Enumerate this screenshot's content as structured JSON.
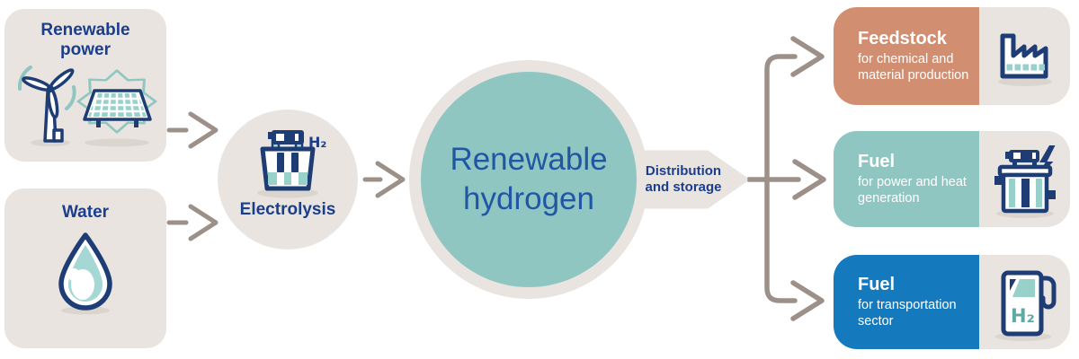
{
  "colors": {
    "panel_beige": "#E9E4DF",
    "navy_text": "#1B3E8C",
    "icon_navy": "#1E3D74",
    "teal_circle": "#8FC6C2",
    "teal_light": "#97D1CA",
    "salmon": "#D28E71",
    "blue": "#1579BE",
    "connector_gray": "#9C9089",
    "hydrogen_text_blue": "#2156A3",
    "shadow": "#DBD5CF"
  },
  "inputs": [
    {
      "title": "Renewable power",
      "icon": "wind-turbine-solar-panel-icon"
    },
    {
      "title": "Water",
      "icon": "water-drop-icon"
    }
  ],
  "electrolysis": {
    "label": "Electrolysis",
    "icon": "electrolyzer-icon",
    "h2_label": "H₂"
  },
  "hydrogen": {
    "line1": "Renewable",
    "line2": "hydrogen"
  },
  "distribution": {
    "line1": "Distribution",
    "line2": "and storage"
  },
  "outputs": [
    {
      "title": "Feedstock",
      "subtitle": "for chemical and material production",
      "icon": "factory-icon",
      "color": "#D28E71"
    },
    {
      "title": "Fuel",
      "subtitle": "for power and heat generation",
      "icon": "generator-icon",
      "color": "#8FC6C2"
    },
    {
      "title": "Fuel",
      "subtitle": "for transportation sector",
      "icon": "fuel-pump-icon",
      "color": "#1579BE",
      "icon_label": "H₂"
    }
  ]
}
